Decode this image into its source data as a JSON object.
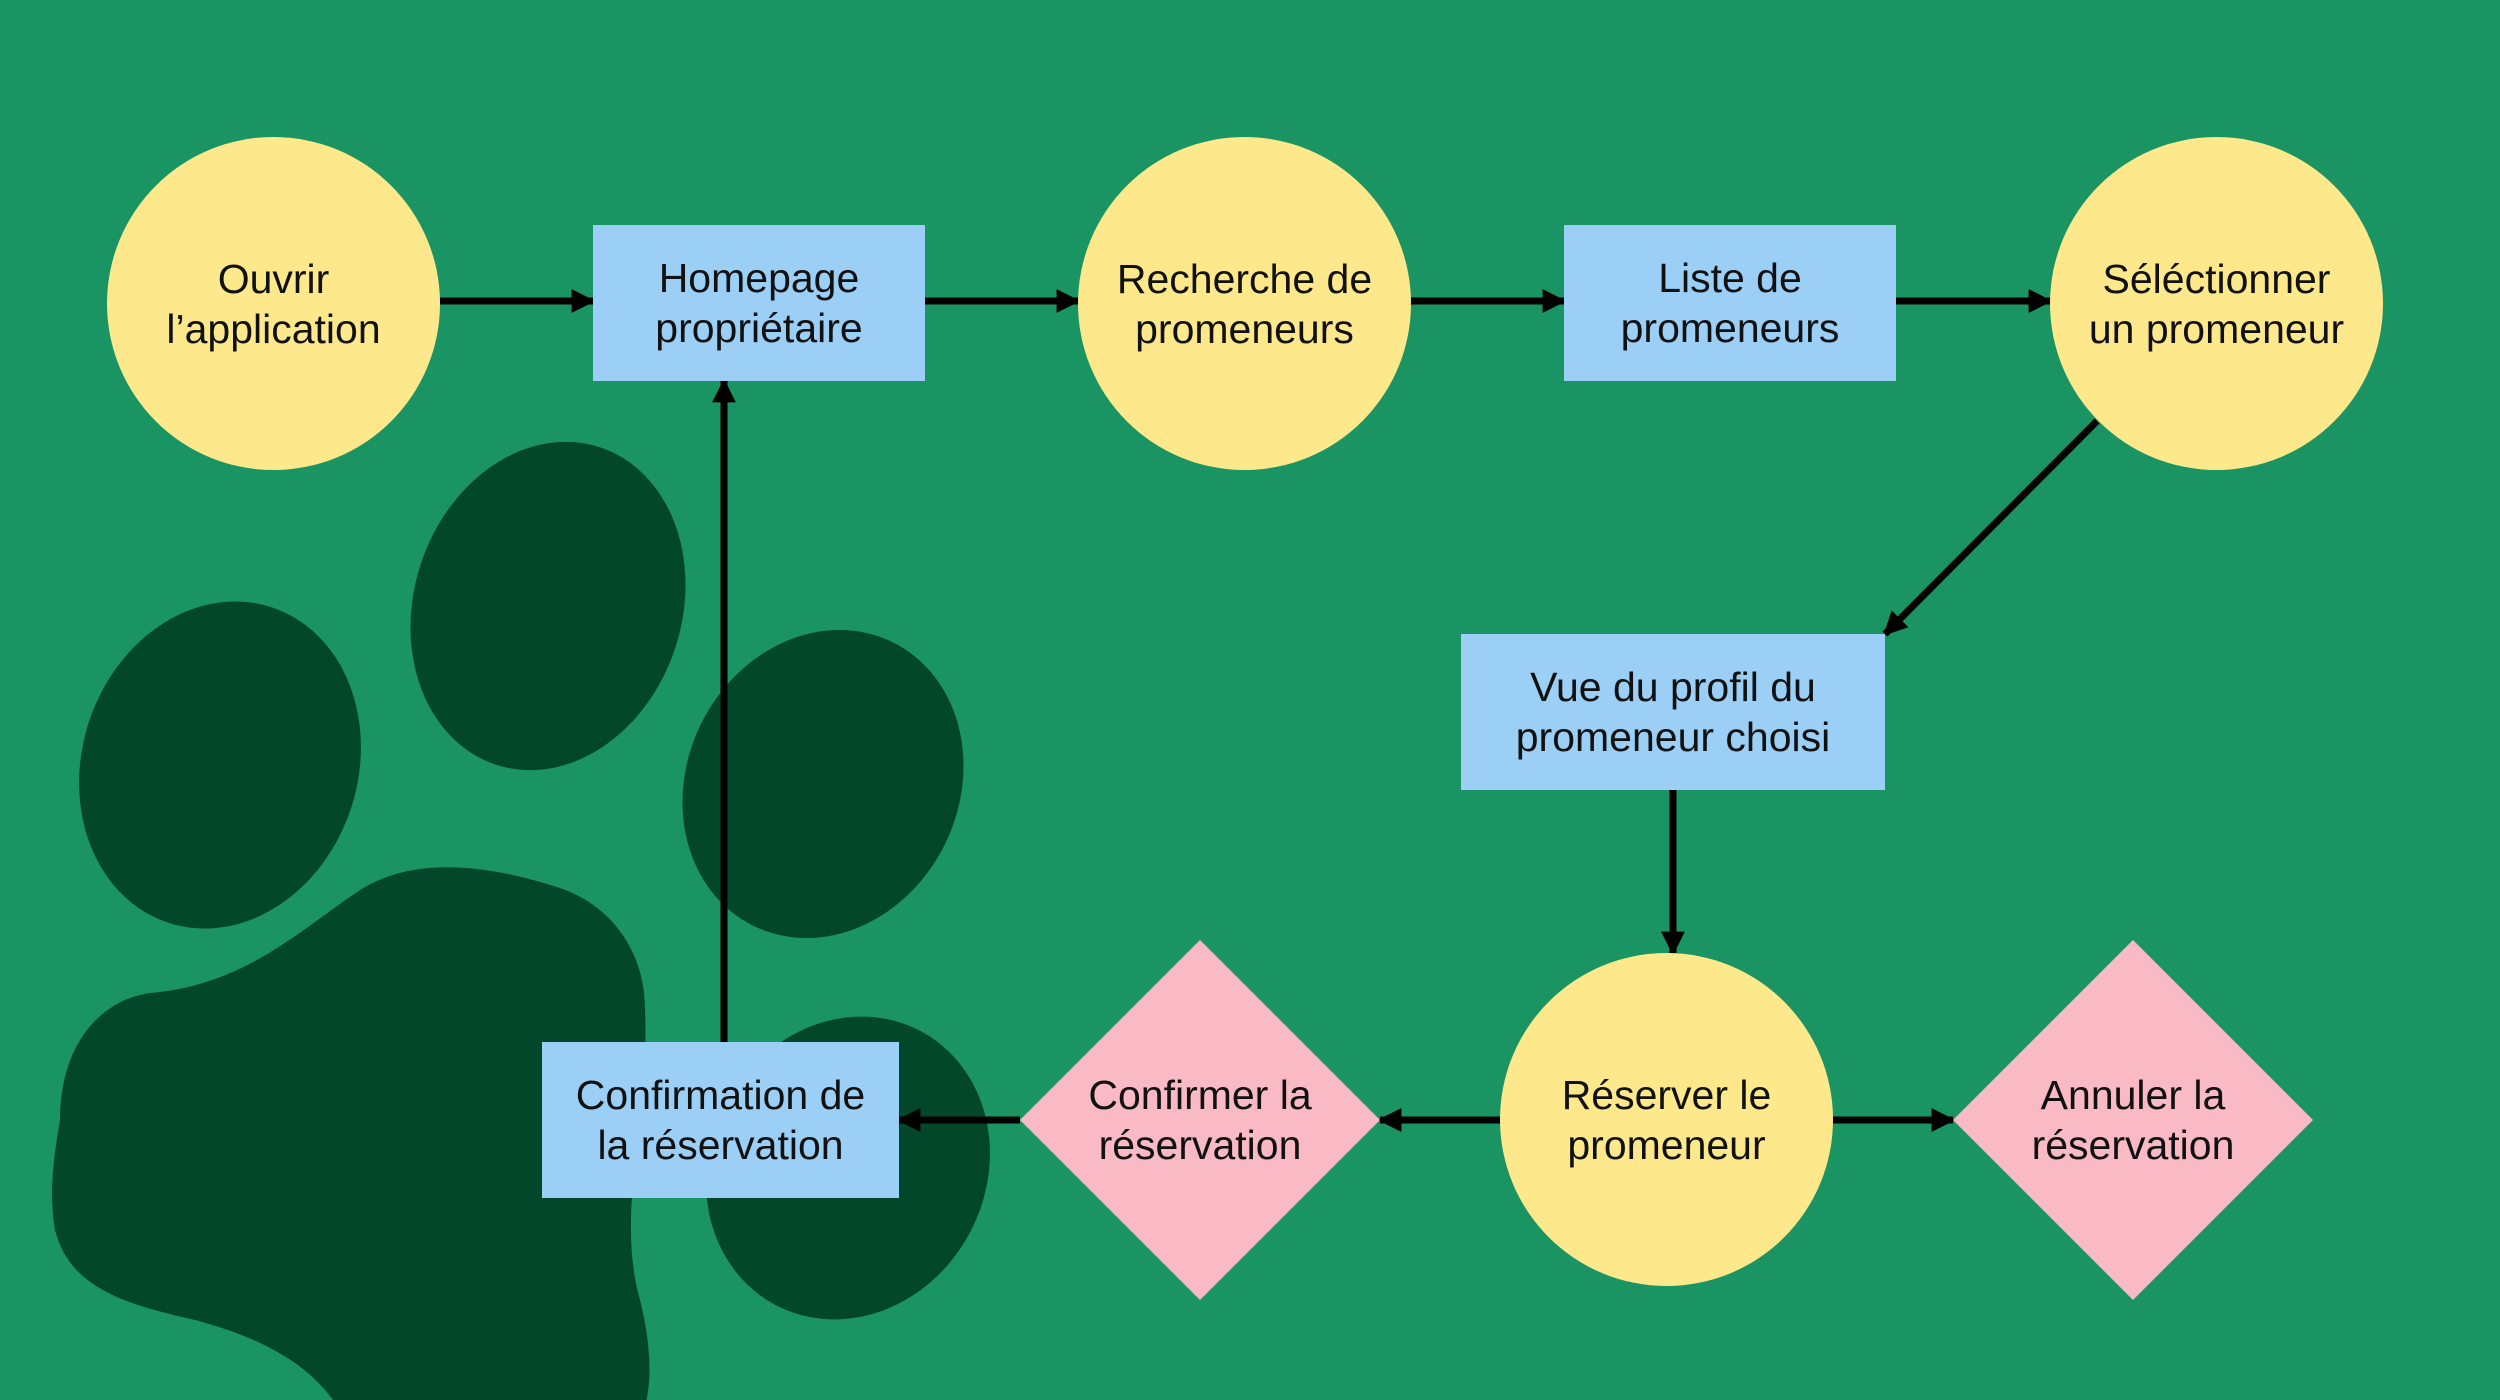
{
  "colors": {
    "background": "#1b9463",
    "paw": "#03472a",
    "circle": "#fde98c",
    "rectangle": "#9bcff6",
    "diamond": "#f9bac6",
    "arrow": "#000000",
    "text": "#111111"
  },
  "nodes": [
    {
      "id": "ouvrir-application",
      "shape": "circle",
      "label": "Ouvrir\nl’application"
    },
    {
      "id": "homepage-proprietaire",
      "shape": "rect",
      "label": "Homepage\npropriétaire"
    },
    {
      "id": "recherche-promeneurs",
      "shape": "circle",
      "label": "Recherche de\npromeneurs"
    },
    {
      "id": "liste-promeneurs",
      "shape": "rect",
      "label": "Liste de\npromeneurs"
    },
    {
      "id": "selectionner-promeneur",
      "shape": "circle",
      "label": "Séléctionner\nun promeneur"
    },
    {
      "id": "vue-profil",
      "shape": "rect",
      "label": "Vue du profil du\npromeneur choisi"
    },
    {
      "id": "reserver-promeneur",
      "shape": "circle",
      "label": "Réserver le\npromeneur"
    },
    {
      "id": "confirmer-reservation",
      "shape": "diamond",
      "label": "Confirmer la\nréservation"
    },
    {
      "id": "annuler-reservation",
      "shape": "diamond",
      "label": "Annuler la\nréservation"
    },
    {
      "id": "confirmation-reservation",
      "shape": "rect",
      "label": "Confirmation de\nla réservation"
    }
  ],
  "edges": [
    {
      "from": "ouvrir-application",
      "to": "homepage-proprietaire"
    },
    {
      "from": "homepage-proprietaire",
      "to": "recherche-promeneurs"
    },
    {
      "from": "recherche-promeneurs",
      "to": "liste-promeneurs"
    },
    {
      "from": "liste-promeneurs",
      "to": "selectionner-promeneur"
    },
    {
      "from": "selectionner-promeneur",
      "to": "vue-profil"
    },
    {
      "from": "vue-profil",
      "to": "reserver-promeneur"
    },
    {
      "from": "reserver-promeneur",
      "to": "confirmer-reservation"
    },
    {
      "from": "reserver-promeneur",
      "to": "annuler-reservation"
    },
    {
      "from": "confirmer-reservation",
      "to": "confirmation-reservation"
    },
    {
      "from": "confirmation-reservation",
      "to": "homepage-proprietaire"
    }
  ]
}
